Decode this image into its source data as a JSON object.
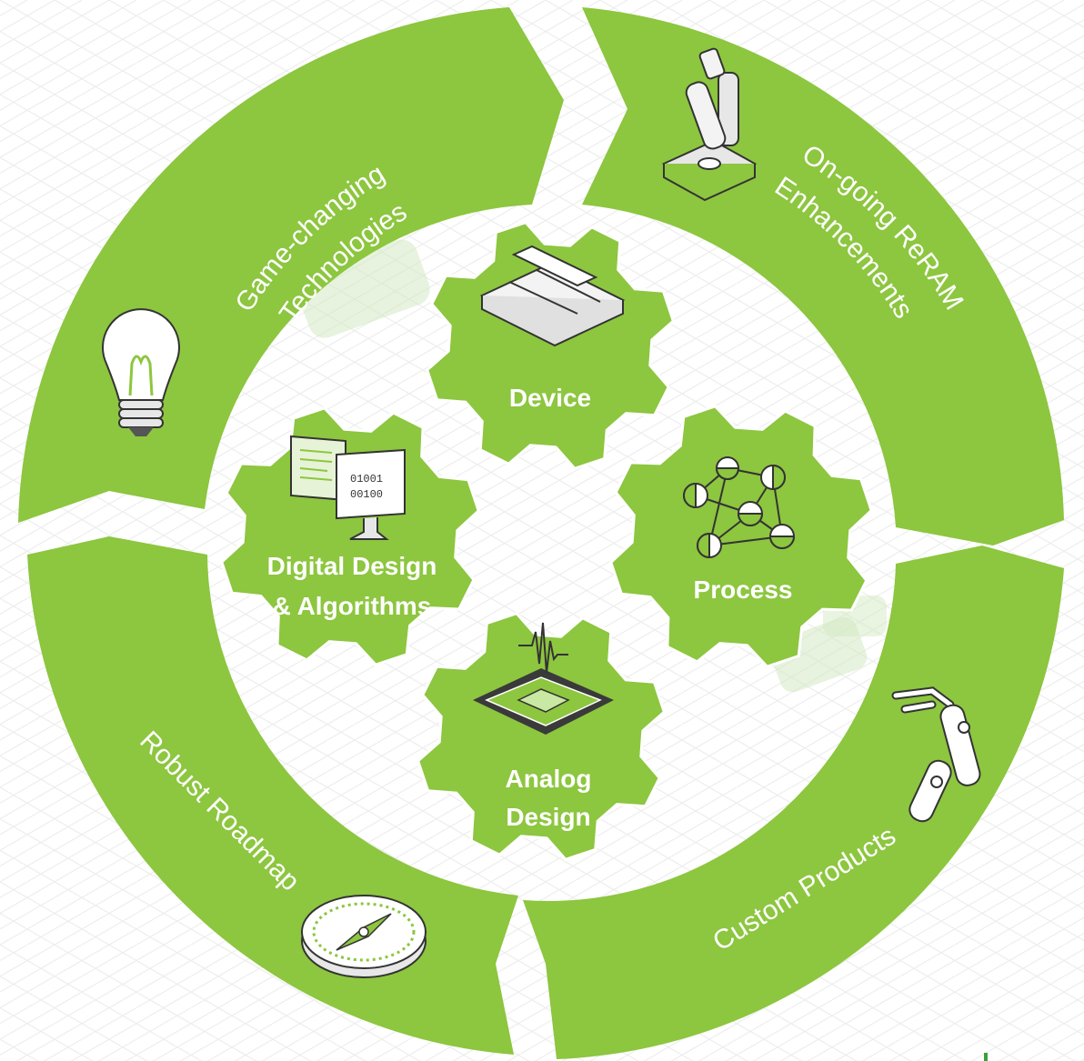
{
  "colors": {
    "green": "#8dc63f",
    "gear": "#8dc63f",
    "background": "#ffffff",
    "grid": "#e6e9e6",
    "text": "#ffffff"
  },
  "ring_segments": [
    {
      "label": "Game-changing Technologies",
      "lines": [
        "Game-changing",
        "Technologies"
      ],
      "icon": "lightbulb-icon"
    },
    {
      "label": "On-going ReRAM Enhancements",
      "lines": [
        "On-going ReRAM",
        "Enhancements"
      ],
      "icon": "microscope-icon"
    },
    {
      "label": "Custom Products",
      "lines": [
        "Custom Products"
      ],
      "icon": "robotic-arm-icon"
    },
    {
      "label": "Robust Roadmap",
      "lines": [
        "Robust Roadmap"
      ],
      "icon": "compass-icon"
    }
  ],
  "gears": [
    {
      "label": "Device",
      "lines": [
        "Device"
      ],
      "icon": "memory-cell-icon"
    },
    {
      "label": "Process",
      "lines": [
        "Process"
      ],
      "icon": "molecule-icon"
    },
    {
      "label": "Analog Design",
      "lines": [
        "Analog",
        "Design"
      ],
      "icon": "chip-waveform-icon"
    },
    {
      "label": "Digital Design & Algorithms",
      "lines": [
        "Digital Design",
        "& Algorithms"
      ],
      "icon": "monitor-code-icon"
    }
  ],
  "binary_text": [
    "01001",
    "00100"
  ]
}
